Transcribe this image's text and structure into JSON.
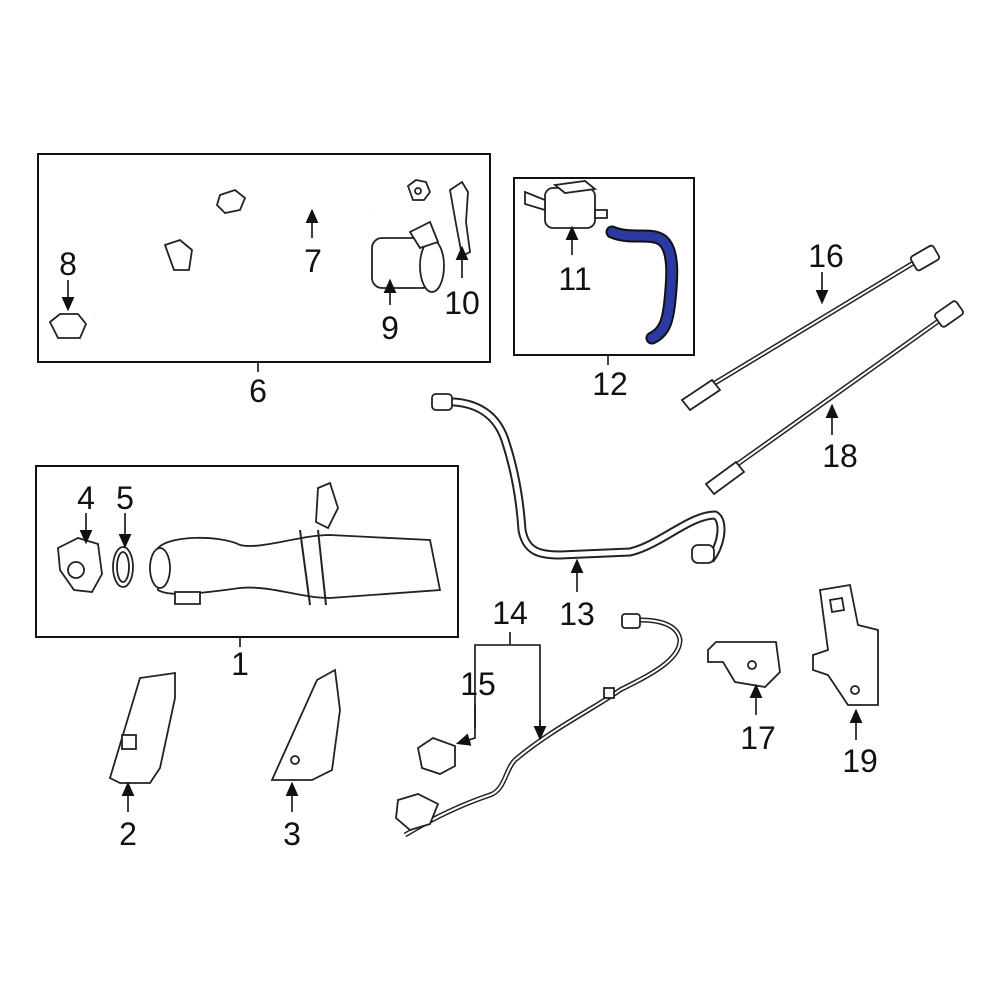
{
  "diagram": {
    "highlight_color": "#2b3aa0",
    "callouts": [
      {
        "id": "1",
        "label": "1"
      },
      {
        "id": "2",
        "label": "2"
      },
      {
        "id": "3",
        "label": "3"
      },
      {
        "id": "4",
        "label": "4"
      },
      {
        "id": "5",
        "label": "5"
      },
      {
        "id": "6",
        "label": "6"
      },
      {
        "id": "7",
        "label": "7"
      },
      {
        "id": "8",
        "label": "8"
      },
      {
        "id": "9",
        "label": "9"
      },
      {
        "id": "10",
        "label": "10"
      },
      {
        "id": "11",
        "label": "11"
      },
      {
        "id": "12",
        "label": "12"
      },
      {
        "id": "13",
        "label": "13"
      },
      {
        "id": "14",
        "label": "14"
      },
      {
        "id": "15",
        "label": "15"
      },
      {
        "id": "16",
        "label": "16"
      },
      {
        "id": "17",
        "label": "17"
      },
      {
        "id": "18",
        "label": "18"
      },
      {
        "id": "19",
        "label": "19"
      }
    ]
  }
}
